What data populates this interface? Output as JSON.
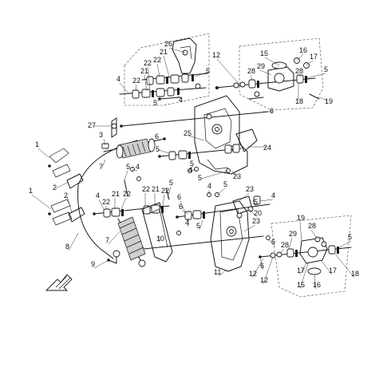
{
  "diagram": {
    "callout_colors": {
      "line": "#1a1a1a",
      "text": "#111111",
      "background": "#ffffff"
    },
    "callouts": [
      {
        "id": "c26",
        "text": "26"
      },
      {
        "id": "c21a",
        "text": "21"
      },
      {
        "id": "c22a",
        "text": "22"
      },
      {
        "id": "c22b",
        "text": "22"
      },
      {
        "id": "c21b",
        "text": "21"
      },
      {
        "id": "c22c",
        "text": "22"
      },
      {
        "id": "c5a",
        "text": "5"
      },
      {
        "id": "c4a",
        "text": "4"
      },
      {
        "id": "c5b",
        "text": "5"
      },
      {
        "id": "c4b",
        "text": "4"
      },
      {
        "id": "c12a",
        "text": "12"
      },
      {
        "id": "c15a",
        "text": "15"
      },
      {
        "id": "c16a",
        "text": "16"
      },
      {
        "id": "c17a",
        "text": "17"
      },
      {
        "id": "c28a",
        "text": "28"
      },
      {
        "id": "c29a",
        "text": "29"
      },
      {
        "id": "c28b",
        "text": "28"
      },
      {
        "id": "c5c",
        "text": "5"
      },
      {
        "id": "c18a",
        "text": "18"
      },
      {
        "id": "c19a",
        "text": "19"
      },
      {
        "id": "c6a",
        "text": "6"
      },
      {
        "id": "c27",
        "text": "27"
      },
      {
        "id": "c3",
        "text": "3"
      },
      {
        "id": "c25",
        "text": "25"
      },
      {
        "id": "c6b",
        "text": "6"
      },
      {
        "id": "c5d",
        "text": "5"
      },
      {
        "id": "c24",
        "text": "24"
      },
      {
        "id": "c5e",
        "text": "5"
      },
      {
        "id": "c4c",
        "text": "4"
      },
      {
        "id": "c5f",
        "text": "5"
      },
      {
        "id": "c23a",
        "text": "23"
      },
      {
        "id": "c7a",
        "text": "7"
      },
      {
        "id": "c1a",
        "text": "1"
      },
      {
        "id": "c2a",
        "text": "2"
      },
      {
        "id": "c1b",
        "text": "1"
      },
      {
        "id": "c2b",
        "text": "2"
      },
      {
        "id": "c5g",
        "text": "5"
      },
      {
        "id": "c4d",
        "text": "4"
      },
      {
        "id": "c4e",
        "text": "4"
      },
      {
        "id": "c22d",
        "text": "22"
      },
      {
        "id": "c21c",
        "text": "21"
      },
      {
        "id": "c22e",
        "text": "22"
      },
      {
        "id": "c22f",
        "text": "22"
      },
      {
        "id": "c21d",
        "text": "21"
      },
      {
        "id": "c22g",
        "text": "22"
      },
      {
        "id": "c5h",
        "text": "5"
      },
      {
        "id": "c6c",
        "text": "6"
      },
      {
        "id": "c6d",
        "text": "6"
      },
      {
        "id": "c4f",
        "text": "4"
      },
      {
        "id": "c5i",
        "text": "5"
      },
      {
        "id": "c23b",
        "text": "23"
      },
      {
        "id": "c4g",
        "text": "4"
      },
      {
        "id": "c5j",
        "text": "5"
      },
      {
        "id": "c8",
        "text": "8"
      },
      {
        "id": "c7b",
        "text": "7"
      },
      {
        "id": "c10",
        "text": "10"
      },
      {
        "id": "c9",
        "text": "9"
      },
      {
        "id": "c23c",
        "text": "23"
      },
      {
        "id": "c20",
        "text": "20"
      },
      {
        "id": "c4h",
        "text": "4"
      },
      {
        "id": "c5k",
        "text": "5"
      },
      {
        "id": "c6e",
        "text": "6"
      },
      {
        "id": "c11",
        "text": "11"
      },
      {
        "id": "c12b",
        "text": "12"
      },
      {
        "id": "c6f",
        "text": "6"
      },
      {
        "id": "c19b",
        "text": "19"
      },
      {
        "id": "c28c",
        "text": "28"
      },
      {
        "id": "c29b",
        "text": "29"
      },
      {
        "id": "c28d",
        "text": "28"
      },
      {
        "id": "c5l",
        "text": "5"
      },
      {
        "id": "c18b",
        "text": "18"
      },
      {
        "id": "c17b",
        "text": "17"
      },
      {
        "id": "c15b",
        "text": "15"
      },
      {
        "id": "c16b",
        "text": "16"
      },
      {
        "id": "c17c",
        "text": "17"
      },
      {
        "id": "c12c",
        "text": "12"
      }
    ],
    "icons": {
      "direction_arrow": "front-direction-arrow-icon"
    }
  }
}
